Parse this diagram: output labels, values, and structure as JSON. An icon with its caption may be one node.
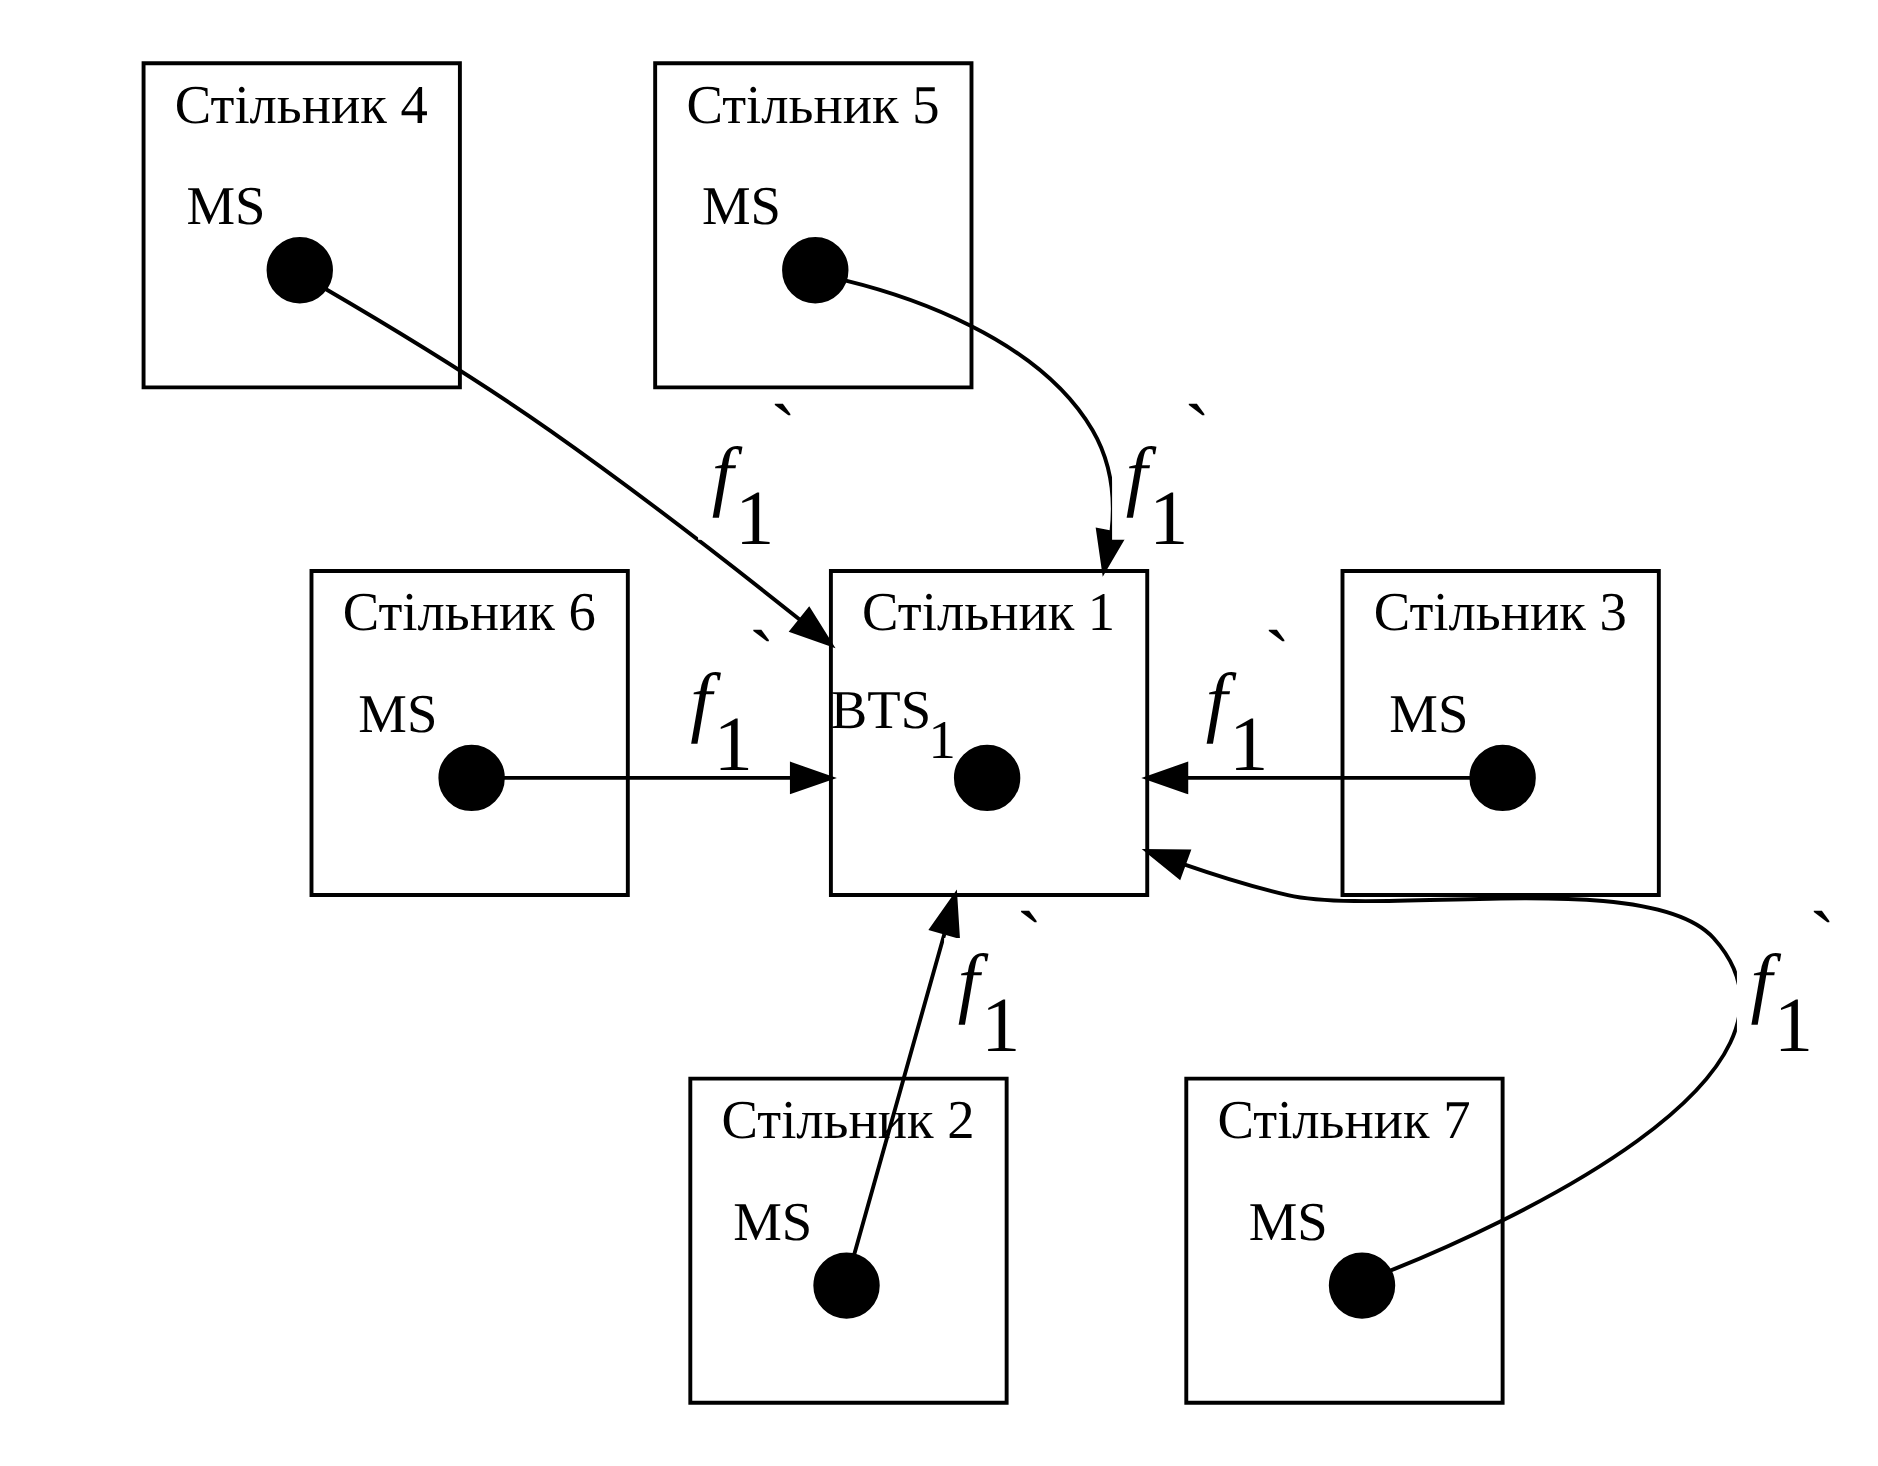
{
  "diagram": {
    "nodes": [
      {
        "text": [
          "Стільник 4"
        ]
      },
      {
        "text": [],
        "shape": "circle",
        "beside": [
          "MS"
        ],
        "in": 0
      },
      {
        "text": [
          "Стільник 5"
        ]
      },
      {
        "text": [],
        "shape": "circle",
        "beside": [
          "MS"
        ],
        "in": 2
      },
      {
        "text": [
          "Стільник 3"
        ]
      },
      {
        "text": [],
        "shape": "circle",
        "beside": [
          "MS"
        ],
        "in": 4
      },
      {
        "text": [
          "Стільник 1"
        ]
      },
      {
        "text": [],
        "shape": "circle",
        "beside": [
          "BTS$_{1}$"
        ],
        "in": 6
      },
      {
        "text": [
          "Стільник 6"
        ]
      },
      {
        "text": [],
        "shape": "circle",
        "beside": [
          "MS"
        ],
        "in": 8
      },
      {
        "text": [
          "Стільник 2"
        ]
      },
      {
        "text": [],
        "shape": "circle",
        "beside": [
          "MS"
        ],
        "in": 10
      },
      {
        "text": [
          "Стільник 7"
        ]
      },
      {
        "text": [],
        "shape": "circle",
        "beside": [
          "MS"
        ],
        "in": 12
      }
    ],
    "edges": [
      {
        "from": 1,
        "to": 6,
        "arrow": "to",
        "label": "*f*$_{1}$$^{`}$"
      },
      {
        "from": 3,
        "to": 6,
        "arrow": "to",
        "label": "*f*$_{1}$$^{`}$"
      },
      {
        "from": 5,
        "to": 6,
        "arrow": "to",
        "label": "*f*$_{1}$$^{`}$"
      },
      {
        "from": 9,
        "to": 6,
        "arrow": "to",
        "label": "*f*$_{1}$$^{`}$"
      },
      {
        "from": 11,
        "to": 6,
        "arrow": "to",
        "label": "*f*$_{1}$$^{`}$"
      },
      {
        "from": 13,
        "to": 6,
        "arrow": "to",
        "label": "*f*$_{1}$$^{`}$"
      }
    ]
  }
}
